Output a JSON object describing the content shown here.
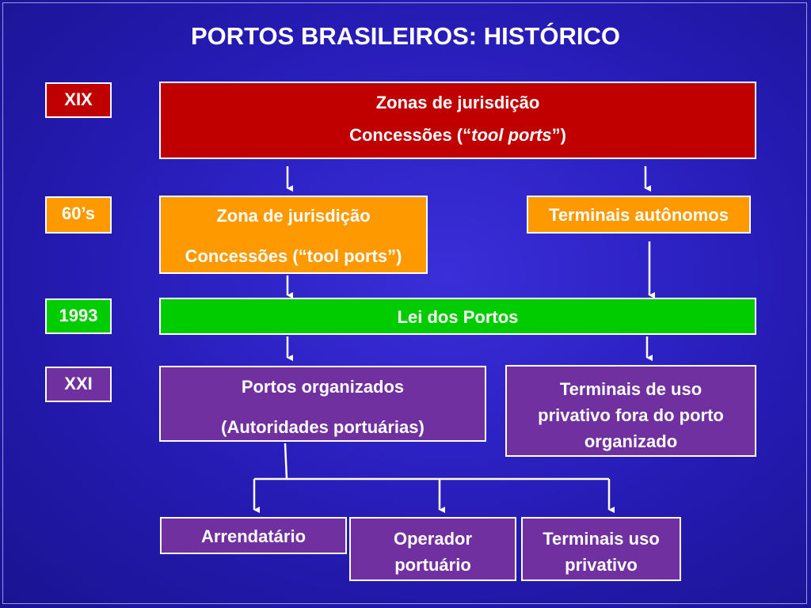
{
  "title": "PORTOS BRASILEIROS: HISTÓRICO",
  "colors": {
    "red": "#c00000",
    "orange": "#ff9900",
    "green": "#00cc00",
    "purple": "#7030a0",
    "background": "#2d22c4"
  },
  "eras": [
    "XIX",
    "60’s",
    "1993",
    "XXI"
  ],
  "boxes": {
    "xix_main": {
      "line1": "Zonas de jurisdição",
      "line2_prefix": "Concessões (“",
      "line2_italic": "tool ports",
      "line2_suffix": "”)"
    },
    "zona": {
      "line1": "Zona de jurisdição",
      "line2": "Concessões (“tool ports”)"
    },
    "terminais_autonomos": "Terminais autônomos",
    "lei": "Lei dos Portos",
    "portos_org": {
      "line1": "Portos organizados",
      "line2": "(Autoridades portuárias)"
    },
    "terminais_privativo": {
      "line1": "Terminais  de uso",
      "line2": "privativo fora do porto",
      "line3": "organizado"
    },
    "arrendatario": "Arrendatário",
    "operador": {
      "line1": "Operador",
      "line2": "portuário"
    },
    "terminais_uso": {
      "line1": "Terminais uso",
      "line2": "privativo"
    }
  }
}
